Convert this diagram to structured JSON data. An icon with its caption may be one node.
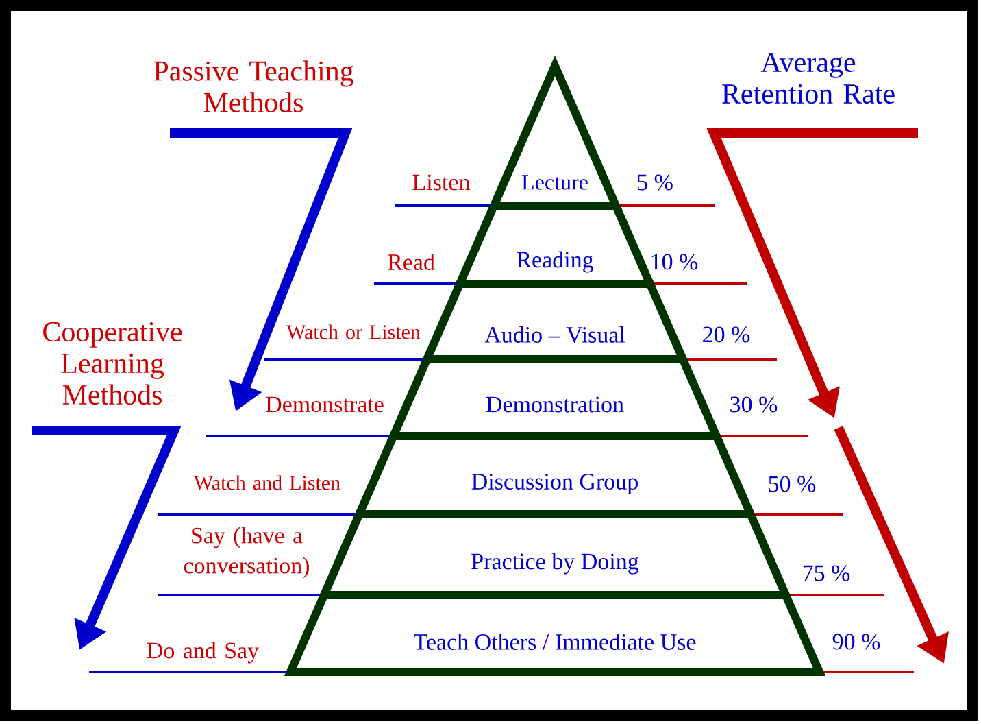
{
  "diagram": {
    "nodes": [
      {
        "text": [
          "Lecture"
        ],
        "beside": [
          "Listen",
          "5 %"
        ]
      },
      {
        "text": [
          "Reading"
        ],
        "beside": [
          "Read",
          "10 %"
        ]
      },
      {
        "text": [
          "Audio – Visual"
        ],
        "beside": [
          "Watch or Listen",
          "20 %"
        ]
      },
      {
        "text": [
          "Demonstration"
        ],
        "beside": [
          "Demonstrate",
          "30 %"
        ]
      },
      {
        "text": [
          "Discussion Group"
        ],
        "beside": [
          "Watch and Listen",
          "50 %"
        ]
      },
      {
        "text": [
          "Practice by Doing"
        ],
        "beside": [
          "Say (have a conversation)",
          "75 %"
        ]
      },
      {
        "text": [
          "Teach Others / Immediate Use"
        ],
        "beside": [
          "Do and Say",
          "90 %"
        ]
      }
    ],
    "labels": [
      "Passive Teaching Methods",
      "Average Retention Rate",
      "Cooperative Learning Methods"
    ]
  }
}
